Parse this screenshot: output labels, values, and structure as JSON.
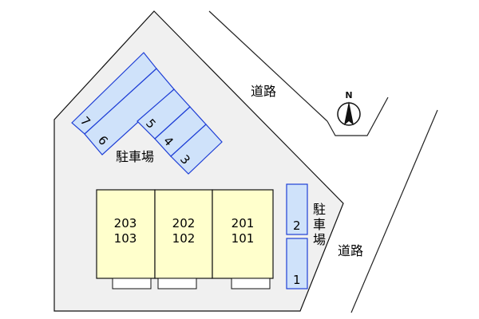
{
  "roads": {
    "top_label": "道路",
    "right_label": "道路"
  },
  "compass": {
    "north_label": "N"
  },
  "parking_upper": {
    "label": "駐車場",
    "spaces": [
      "7",
      "6",
      "5",
      "4",
      "3"
    ]
  },
  "parking_right": {
    "label": "駐車場",
    "spaces": [
      "2",
      "1"
    ]
  },
  "units": [
    {
      "upper": "203",
      "lower": "103"
    },
    {
      "upper": "202",
      "lower": "102"
    },
    {
      "upper": "201",
      "lower": "101"
    }
  ],
  "colors": {
    "lot": "#f0f0f0",
    "parking": "#cfe2fa",
    "parking_stroke": "#1f3fd6",
    "building": "#ffffcc",
    "outline": "#111111"
  }
}
